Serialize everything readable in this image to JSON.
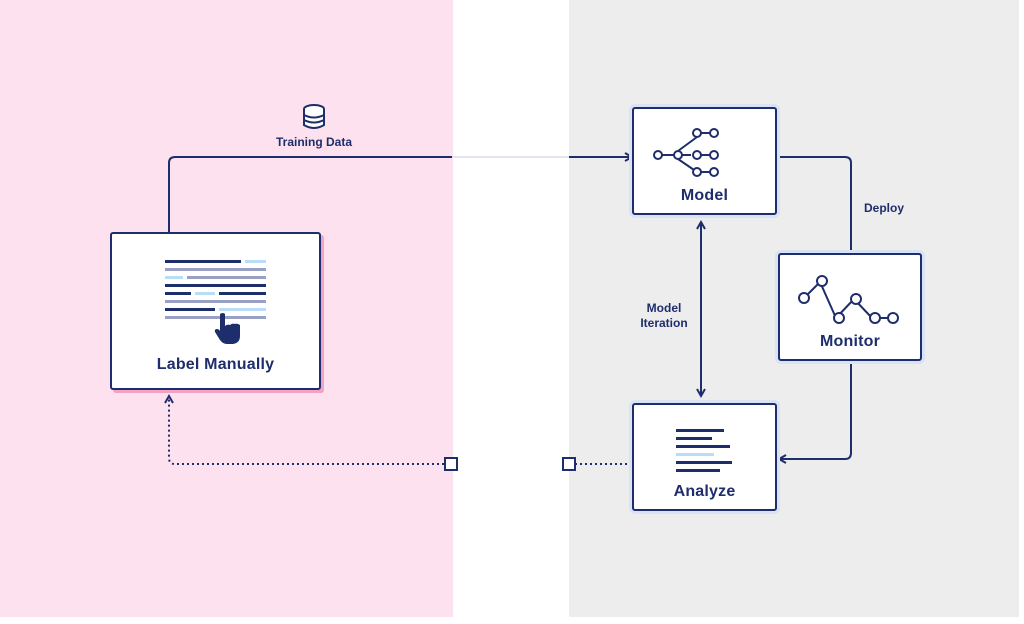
{
  "nodes": {
    "label_manually": "Label Manually",
    "model": "Model",
    "monitor": "Monitor",
    "analyze": "Analyze"
  },
  "edges": {
    "training_data": "Training Data",
    "deploy": "Deploy",
    "model_iteration_line1": "Model",
    "model_iteration_line2": "Iteration"
  },
  "icons": {
    "database": "database-icon",
    "document": "document-icon",
    "pointer_hand": "pointer-hand-icon",
    "network": "network-icon",
    "line_graph": "line-graph-icon",
    "text_lines": "text-lines-icon"
  },
  "colors": {
    "navy": "#1e2d6b",
    "pink_panel": "#fde1ee",
    "gray_panel": "#ededed",
    "light_blue": "#b9ddf5"
  }
}
